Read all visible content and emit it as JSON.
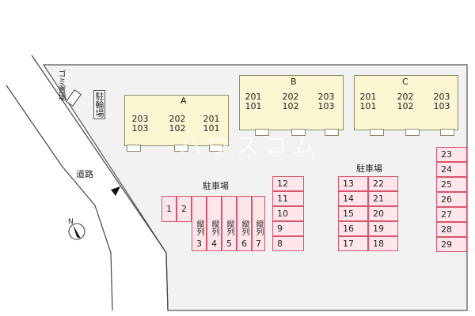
{
  "labels": {
    "trash": "ゴミ置場",
    "bicycle": "駐輪場",
    "road": "道路",
    "parking_left": "駐車場",
    "parking_right": "駐車場",
    "north": "N"
  },
  "buildings": [
    {
      "name": "A",
      "units": [
        [
          "203",
          "103"
        ],
        [
          "202",
          "102"
        ],
        [
          "201",
          "101"
        ]
      ]
    },
    {
      "name": "B",
      "units": [
        [
          "201",
          "101"
        ],
        [
          "202",
          "102"
        ],
        [
          "203",
          "103"
        ]
      ]
    },
    {
      "name": "C",
      "units": [
        [
          "201",
          "101"
        ],
        [
          "202",
          "102"
        ],
        [
          "203",
          "103"
        ]
      ]
    }
  ],
  "parking": {
    "left_top": [
      "1",
      "2"
    ],
    "tandem_label": "縦列",
    "left_bottom": [
      "3",
      "4",
      "5",
      "6",
      "7"
    ],
    "col_a": [
      "12",
      "11",
      "10",
      "9",
      "8"
    ],
    "col_b": [
      "13",
      "14",
      "15",
      "16",
      "17"
    ],
    "col_c": [
      "22",
      "21",
      "20",
      "19",
      "18"
    ],
    "col_d": [
      "23",
      "24",
      "25",
      "26",
      "27",
      "28",
      "29"
    ]
  },
  "watermark": "ハウスコム"
}
